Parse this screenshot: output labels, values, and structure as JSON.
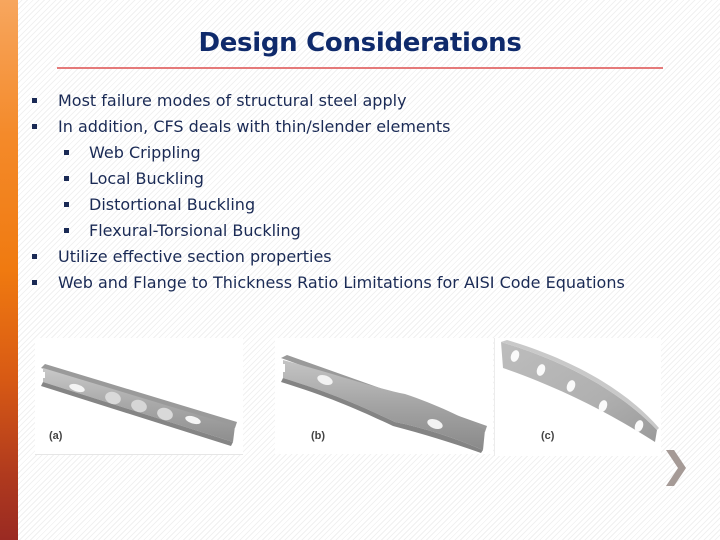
{
  "slide": {
    "title": "Design Considerations",
    "accent_colors": {
      "title": "#0f2a6b",
      "rule": "#e57a7a",
      "side_bar_top": "#f7a65e",
      "side_bar_bottom": "#9a2a22",
      "bullet_text": "#1a2a55"
    },
    "bullets": [
      {
        "level": 1,
        "text": "Most failure modes of structural steel apply"
      },
      {
        "level": 1,
        "text": "In addition, CFS deals with thin/slender elements"
      },
      {
        "level": 2,
        "text": "Web Crippling"
      },
      {
        "level": 2,
        "text": "Local Buckling"
      },
      {
        "level": 2,
        "text": "Distortional Buckling"
      },
      {
        "level": 2,
        "text": "Flexural-Torsional Buckling"
      },
      {
        "level": 1,
        "text": "Utilize effective section properties"
      },
      {
        "level": 1,
        "text": "Web and Flange to Thickness Ratio Limitations for AISI Code Equations"
      }
    ],
    "figures": [
      {
        "label": "(a)",
        "depicts": "channel member with local buckling of web"
      },
      {
        "label": "(b)",
        "depicts": "channel member with distortional buckling"
      },
      {
        "label": "(c)",
        "depicts": "channel member with flexural-torsional buckling"
      }
    ],
    "navigation": {
      "next_icon": "chevron-right-icon"
    }
  }
}
